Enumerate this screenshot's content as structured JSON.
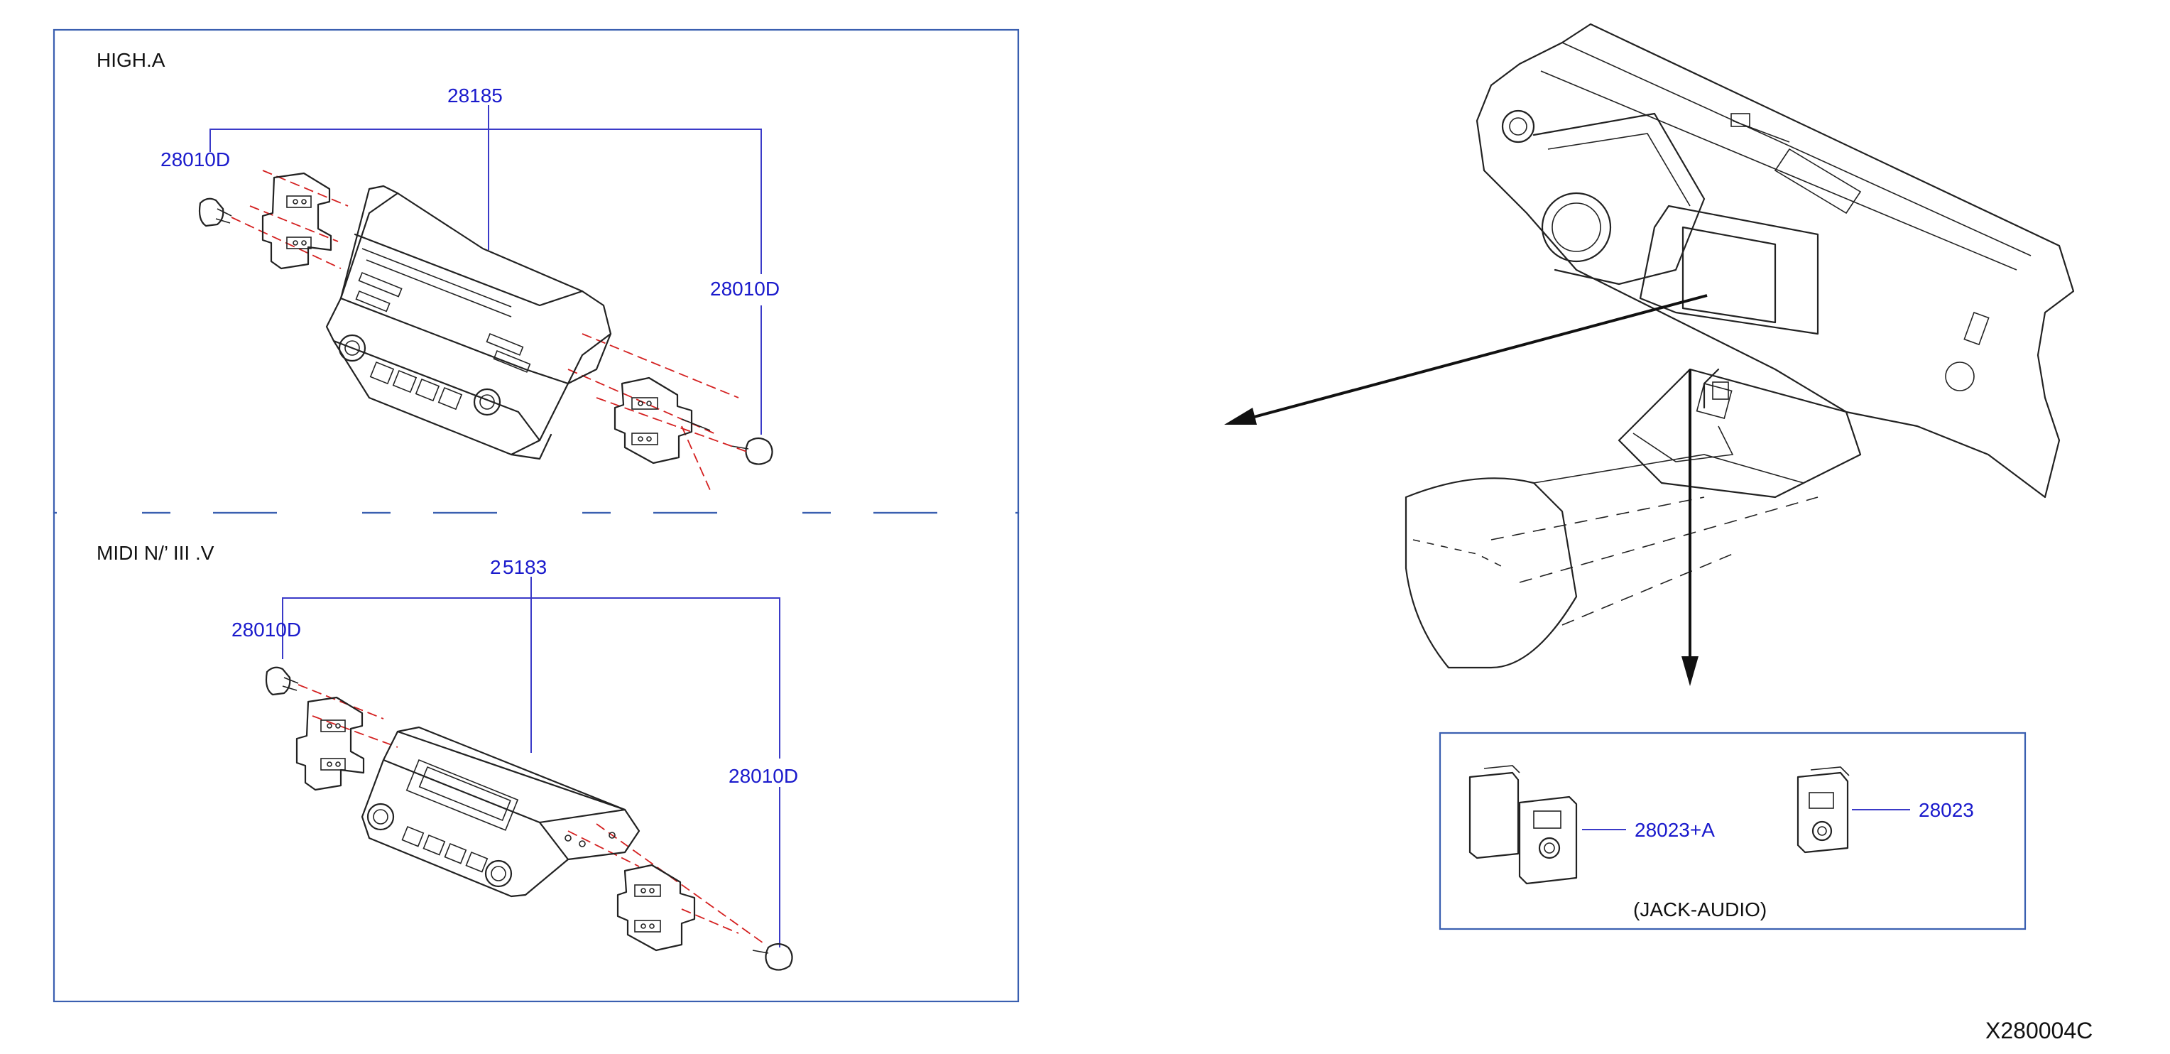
{
  "panels": {
    "high": {
      "title": "HIGH.A",
      "unit_part": "28185",
      "left_screw_part": "28010D",
      "right_screw_part": "28010D"
    },
    "mid": {
      "title": "MIDI N/’ III .V",
      "unit_part": "2 5183",
      "left_screw_part": "28010D",
      "right_screw_part": "28010D"
    },
    "jack": {
      "part_a": "28023+A",
      "part_b": "28023",
      "caption": "(JACK-AUDIO)"
    }
  },
  "diagram_code": "X280004C",
  "colors": {
    "label_blue": "#1a1acc",
    "leader_blue": "#3a3ac8",
    "frame_blue": "#3a5fb0",
    "guide_red": "#d42020",
    "line_black": "#222222"
  }
}
